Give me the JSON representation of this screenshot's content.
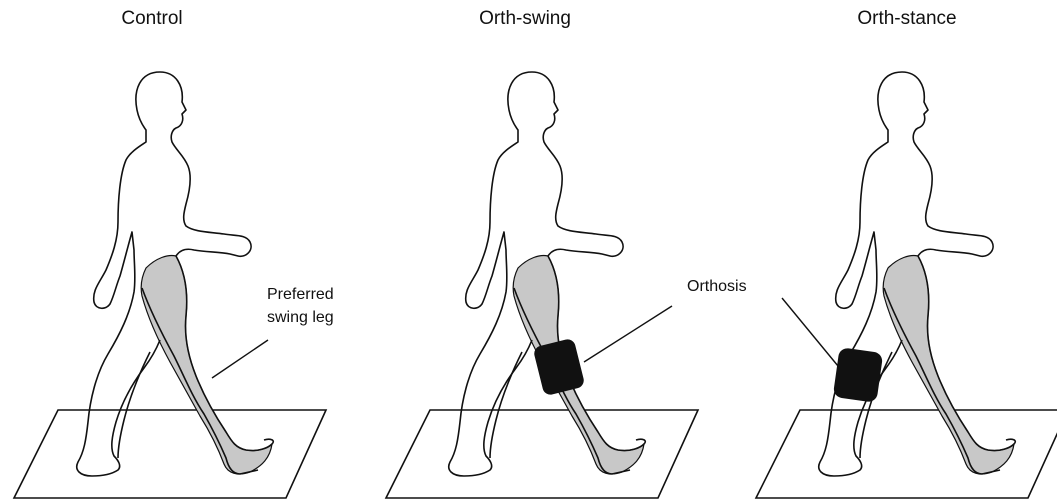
{
  "panels": [
    {
      "title": "Control"
    },
    {
      "title": "Orth-swing"
    },
    {
      "title": "Orth-stance"
    }
  ],
  "callouts": {
    "preferred_line1": "Preferred",
    "preferred_line2": "swing leg",
    "orthosis": "Orthosis"
  },
  "colors": {
    "outline": "#111111",
    "leg_fill": "#c8c8c8",
    "orthosis_fill": "#111111"
  }
}
